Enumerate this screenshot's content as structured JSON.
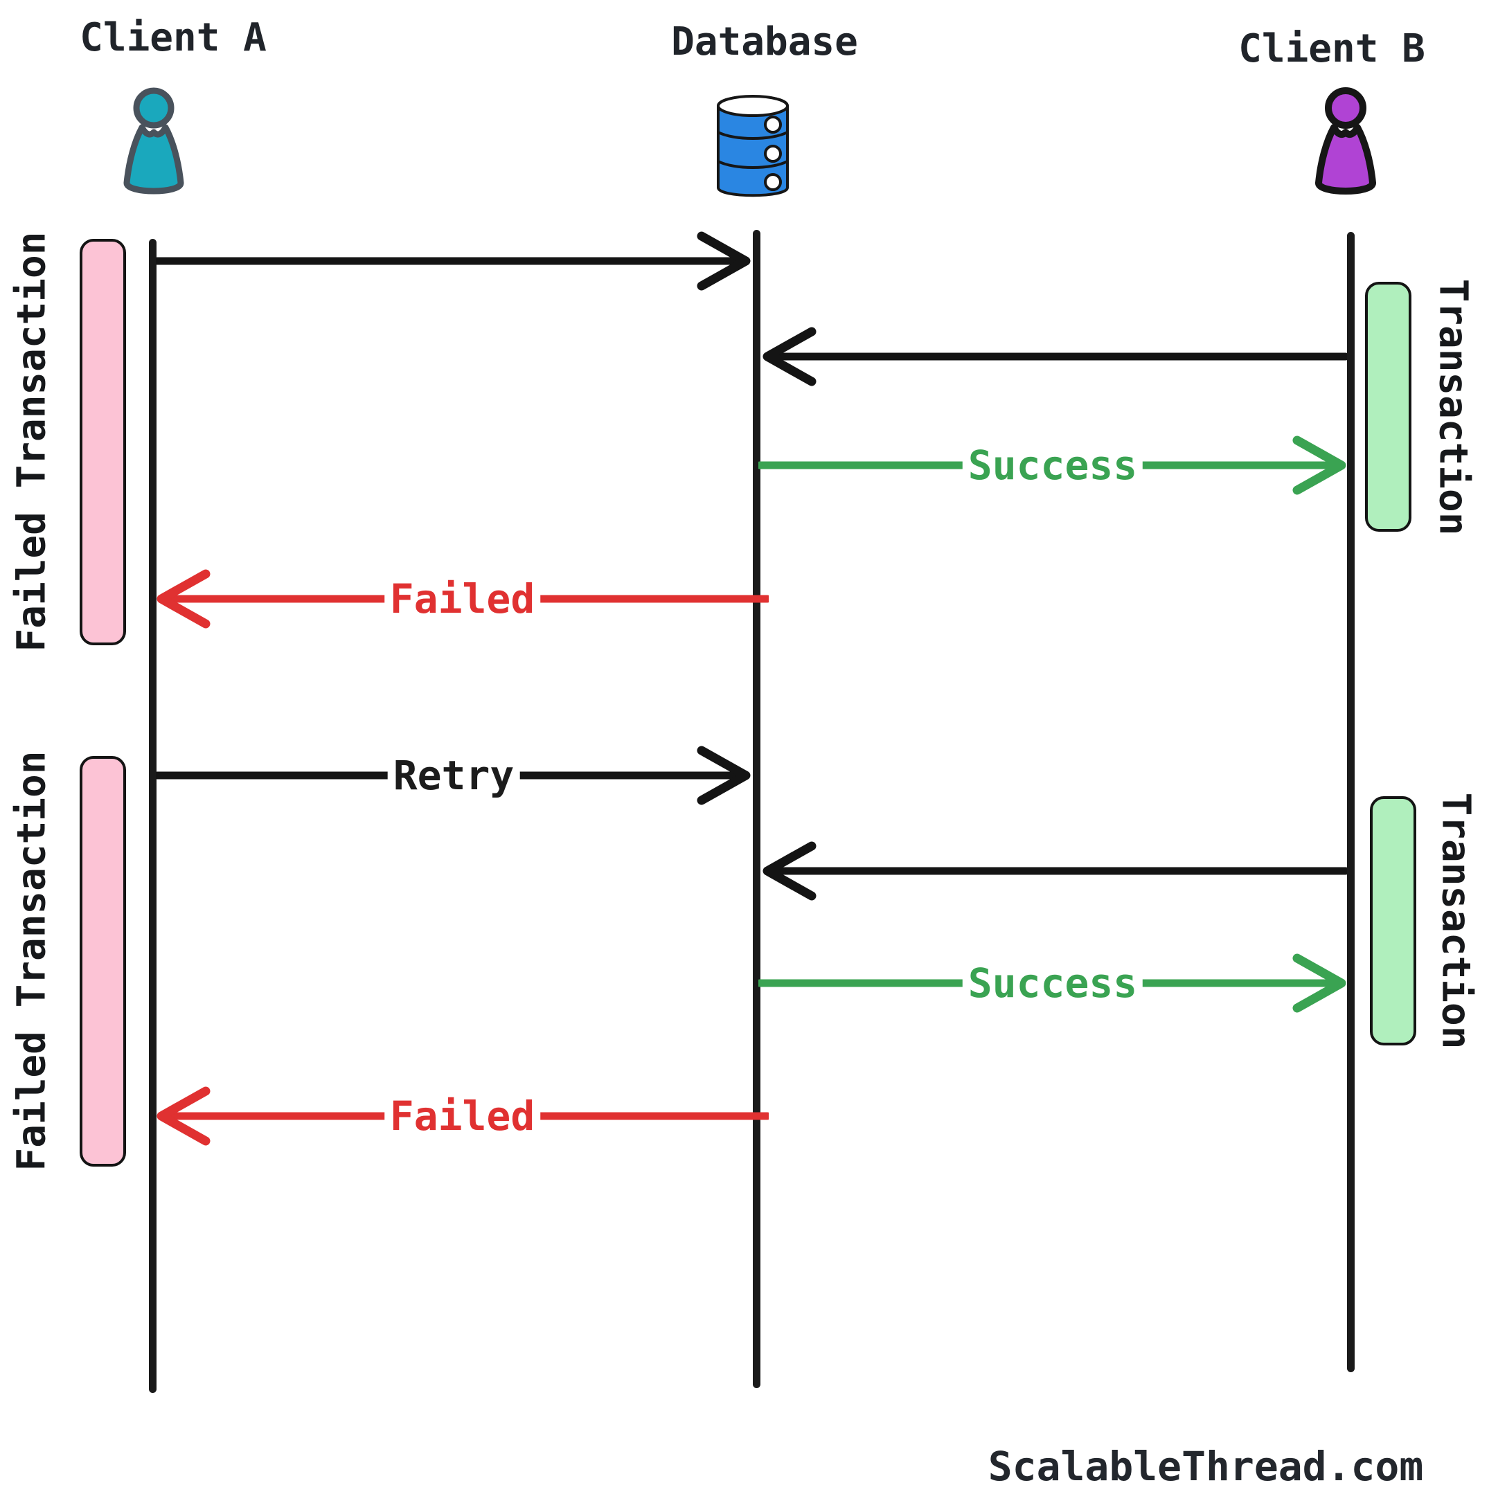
{
  "actors": [
    {
      "label": "Client A",
      "icon": "person-icon",
      "color": "#1aa8bd"
    },
    {
      "label": "Database",
      "icon": "database-icon",
      "color": "#2a86e2"
    },
    {
      "label": "Client B",
      "icon": "person-icon",
      "color": "#b043d4"
    }
  ],
  "messages": [
    {
      "from": "Client A",
      "to": "Database",
      "label": "",
      "color": "#1c1c1c"
    },
    {
      "from": "Client B",
      "to": "Database",
      "label": "",
      "color": "#1c1c1c"
    },
    {
      "from": "Database",
      "to": "Client B",
      "label": "Success",
      "color": "#3aa352"
    },
    {
      "from": "Database",
      "to": "Client A",
      "label": "Failed",
      "color": "#e03131"
    },
    {
      "from": "Client A",
      "to": "Database",
      "label": "Retry",
      "color": "#1c1c1c"
    },
    {
      "from": "Client B",
      "to": "Database",
      "label": "",
      "color": "#1c1c1c"
    },
    {
      "from": "Database",
      "to": "Client B",
      "label": "Success",
      "color": "#3aa352"
    },
    {
      "from": "Database",
      "to": "Client A",
      "label": "Failed",
      "color": "#e03131"
    }
  ],
  "annotations": [
    {
      "side": "left",
      "label": "Failed Transaction",
      "fill": "#fcc3d5"
    },
    {
      "side": "right",
      "label": "Transaction",
      "fill": "#b0efbd"
    },
    {
      "side": "left",
      "label": "Failed Transaction",
      "fill": "#fcc3d5"
    },
    {
      "side": "right",
      "label": "Transaction",
      "fill": "#b0efbd"
    }
  ],
  "footer": {
    "watermark": "ScalableThread.com"
  }
}
